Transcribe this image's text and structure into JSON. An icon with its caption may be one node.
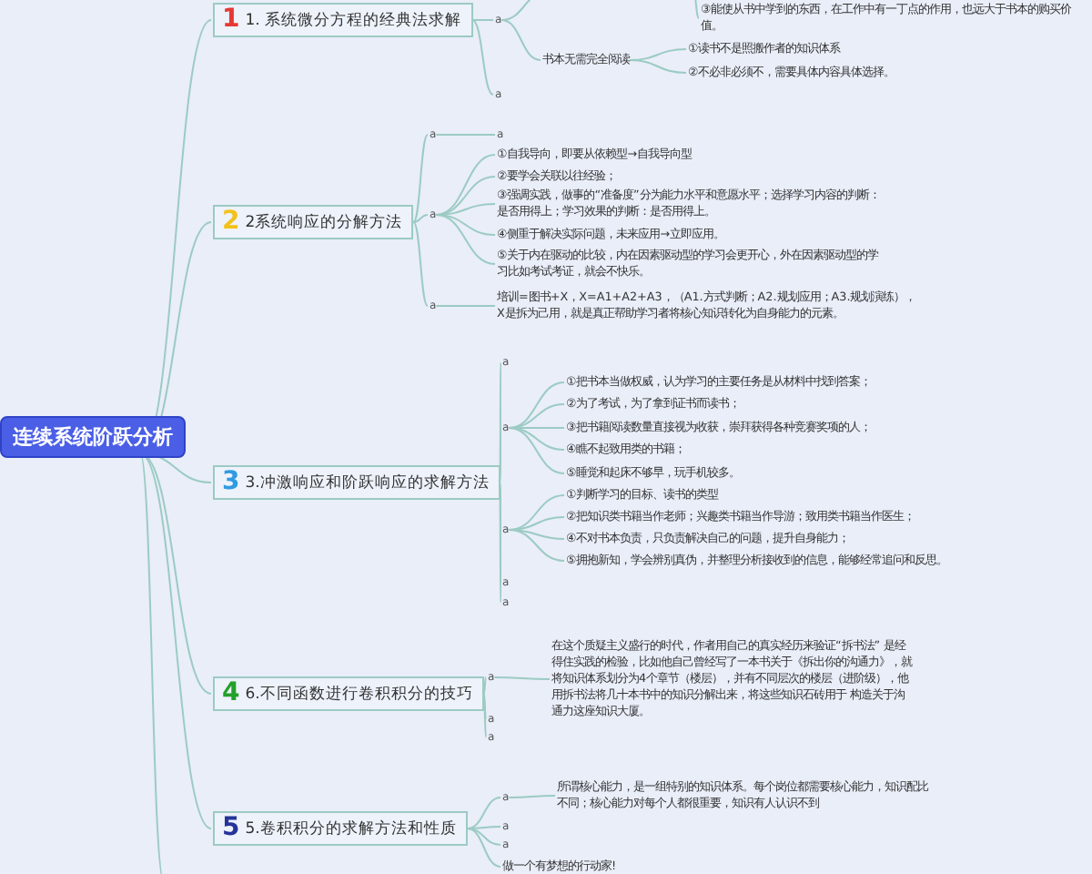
{
  "diagram": {
    "nodes": [
      {
        "text": [
          "连续系统阶跃分析"
        ]
      },
      {
        "text": [
          "1",
          "1. 系统微分方程的经典法求解"
        ]
      },
      {
        "text": [
          "a"
        ]
      },
      {
        "text": [
          "③能使从书中学到的东西，在工作中有一丁点的作用，也远大于书本的购买价值。"
        ]
      },
      {
        "text": [
          "书本无需完全阅读"
        ]
      },
      {
        "text": [
          "①读书不是照搬作者的知识体系"
        ]
      },
      {
        "text": [
          "②不必非必须不，需要具体内容具体选择。"
        ]
      },
      {
        "text": [
          "a"
        ]
      },
      {
        "text": [
          "2",
          "2系统响应的分解方法"
        ]
      },
      {
        "text": [
          "a"
        ]
      },
      {
        "text": [
          "a"
        ]
      },
      {
        "text": [
          "a"
        ]
      },
      {
        "text": [
          "①自我导向，即要从依赖型→自我导向型"
        ]
      },
      {
        "text": [
          "②要学会关联以往经验；"
        ]
      },
      {
        "text": [
          "③强调实践，做事的“准备度”分为能力水平和意愿水平；选择学习内容的判断：是否用得上；学习效果的判断：是否用得上。"
        ]
      },
      {
        "text": [
          "④侧重于解决实际问题，未来应用→立即应用。"
        ]
      },
      {
        "text": [
          "⑤关于内在驱动的比较，内在因素驱动型的学习会更开心，外在因素驱动型的学习比如考试考证，就会不快乐。"
        ]
      },
      {
        "text": [
          "a"
        ]
      },
      {
        "text": [
          "培训=图书+X，X=A1+A2+A3，（A1.方式判断；A2.规划应用；A3.规划演练），X是拆为己用，就是真正帮助学习者将核心知识转化为自身能力的元素。"
        ]
      },
      {
        "text": [
          "3",
          "3.冲激响应和阶跃响应的求解方法"
        ]
      },
      {
        "text": [
          "a"
        ]
      },
      {
        "text": [
          "a"
        ]
      },
      {
        "text": [
          "①把书本当做权威，认为学习的主要任务是从材料中找到答案；"
        ]
      },
      {
        "text": [
          "②为了考试，为了拿到证书而读书；"
        ]
      },
      {
        "text": [
          "③把书籍阅读数量直接视为收获，崇拜获得各种竞赛奖项的人；"
        ]
      },
      {
        "text": [
          "④瞧不起致用类的书籍；"
        ]
      },
      {
        "text": [
          "⑤睡觉和起床不够早，玩手机较多。"
        ]
      },
      {
        "text": [
          "a"
        ]
      },
      {
        "text": [
          "①判断学习的目标、读书的类型"
        ]
      },
      {
        "text": [
          "②把知识类书籍当作老师；兴趣类书籍当作导游；致用类书籍当作医生；"
        ]
      },
      {
        "text": [
          "④不对书本负责，只负责解决自己的问题，提升自身能力；"
        ]
      },
      {
        "text": [
          "⑤拥抱新知，学会辨别真伪，并整理分析接收到的信息，能够经常追问和反思。"
        ]
      },
      {
        "text": [
          "a"
        ]
      },
      {
        "text": [
          "a"
        ]
      },
      {
        "text": [
          "4",
          "6.不同函数进行卷积积分的技巧"
        ]
      },
      {
        "text": [
          "a"
        ]
      },
      {
        "text": [
          "在这个质疑主义盛行的时代，作者用自己的真实经历来验证“拆书法” 是经得住实践的检验，比如他自己曾经写了一本书关于《拆出你的沟通力》，就将知识体系划分为4个章节（楼层），并有不同层次的楼层（进阶级），他用拆书法将几十本书中的知识分解出来，将这些知识石砖用于 构造关于沟通力这座知识大厦。"
        ]
      },
      {
        "text": [
          "a"
        ]
      },
      {
        "text": [
          "a"
        ]
      },
      {
        "text": [
          "5",
          "5.卷积积分的求解方法和性质"
        ]
      },
      {
        "text": [
          "a"
        ]
      },
      {
        "text": [
          "所谓核心能力，是一组特别的知识体系。每个岗位都需要核心能力，知识配比不同；核心能力对每个人都很重要，知识有人认识不到"
        ]
      },
      {
        "text": [
          "a"
        ]
      },
      {
        "text": [
          "a"
        ]
      },
      {
        "text": [
          "做一个有梦想的行动家!"
        ]
      }
    ],
    "edges": [
      {
        "from": 0,
        "to": 1,
        "arrow": "none"
      },
      {
        "from": 0,
        "to": 8,
        "arrow": "none"
      },
      {
        "from": 0,
        "to": 19,
        "arrow": "none"
      },
      {
        "from": 0,
        "to": 34,
        "arrow": "none"
      },
      {
        "from": 0,
        "to": 39,
        "arrow": "none"
      },
      {
        "from": 0,
        "to": null,
        "arrow": "none"
      },
      {
        "from": 1,
        "to": 2,
        "arrow": "none"
      },
      {
        "from": 1,
        "to": 7,
        "arrow": "none"
      },
      {
        "from": 2,
        "to": null,
        "arrow": "none"
      },
      {
        "from": null,
        "to": 3,
        "arrow": "none"
      },
      {
        "from": 2,
        "to": 4,
        "arrow": "none"
      },
      {
        "from": 4,
        "to": 5,
        "arrow": "none"
      },
      {
        "from": 4,
        "to": 6,
        "arrow": "none"
      },
      {
        "from": 8,
        "to": 9,
        "arrow": "none"
      },
      {
        "from": 9,
        "to": 10,
        "arrow": "none"
      },
      {
        "from": 8,
        "to": 11,
        "arrow": "none"
      },
      {
        "from": 11,
        "to": 12,
        "arrow": "none"
      },
      {
        "from": 11,
        "to": 13,
        "arrow": "none"
      },
      {
        "from": 11,
        "to": 14,
        "arrow": "none"
      },
      {
        "from": 11,
        "to": 15,
        "arrow": "none"
      },
      {
        "from": 11,
        "to": 16,
        "arrow": "none"
      },
      {
        "from": 8,
        "to": 17,
        "arrow": "none"
      },
      {
        "from": 17,
        "to": 18,
        "arrow": "none"
      },
      {
        "from": 19,
        "to": 20,
        "arrow": "none"
      },
      {
        "from": 19,
        "to": 21,
        "arrow": "none"
      },
      {
        "from": 21,
        "to": 22,
        "arrow": "none"
      },
      {
        "from": 21,
        "to": 23,
        "arrow": "none"
      },
      {
        "from": 21,
        "to": 24,
        "arrow": "none"
      },
      {
        "from": 21,
        "to": 25,
        "arrow": "none"
      },
      {
        "from": 21,
        "to": 26,
        "arrow": "none"
      },
      {
        "from": 19,
        "to": 27,
        "arrow": "none"
      },
      {
        "from": 27,
        "to": 28,
        "arrow": "none"
      },
      {
        "from": 27,
        "to": 29,
        "arrow": "none"
      },
      {
        "from": 27,
        "to": 30,
        "arrow": "none"
      },
      {
        "from": 27,
        "to": 31,
        "arrow": "none"
      },
      {
        "from": 19,
        "to": 32,
        "arrow": "none"
      },
      {
        "from": 19,
        "to": 33,
        "arrow": "none"
      },
      {
        "from": 34,
        "to": 35,
        "arrow": "none"
      },
      {
        "from": 35,
        "to": 36,
        "arrow": "none"
      },
      {
        "from": 34,
        "to": 37,
        "arrow": "none"
      },
      {
        "from": 34,
        "to": 38,
        "arrow": "none"
      },
      {
        "from": 39,
        "to": 40,
        "arrow": "none"
      },
      {
        "from": 40,
        "to": 41,
        "arrow": "none"
      },
      {
        "from": 39,
        "to": 42,
        "arrow": "none"
      },
      {
        "from": 39,
        "to": 43,
        "arrow": "none"
      },
      {
        "from": 39,
        "to": 44,
        "arrow": "none"
      }
    ]
  }
}
